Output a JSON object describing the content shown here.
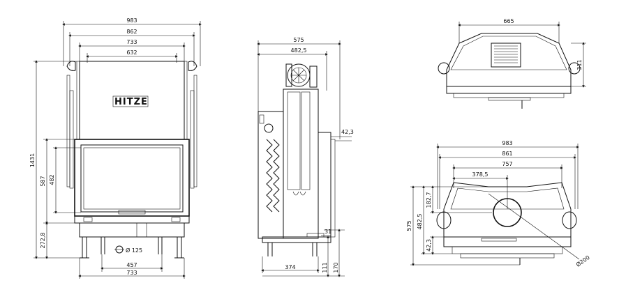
{
  "logo_text": "HITZE",
  "front_view": {
    "top_dims": [
      "983",
      "862",
      "733",
      "632"
    ],
    "bottom_dims": [
      "457",
      "733"
    ],
    "left_dims": [
      "1431",
      "587",
      "482",
      "272,8"
    ],
    "pipe_diameter": "Ø 125"
  },
  "side_view": {
    "top_dims": [
      "575",
      "482,5"
    ],
    "right_dims": [
      "42,3",
      "31",
      "111",
      "170"
    ],
    "bottom_dims": [
      "374"
    ]
  },
  "top_view": {
    "top_dims": [
      "665"
    ],
    "right_dims": [
      "311"
    ]
  },
  "plan_view": {
    "top_dims": [
      "983",
      "861",
      "757",
      "378,5"
    ],
    "left_dims": [
      "575",
      "482,5",
      "182,7",
      "42,3"
    ],
    "diameter": "Ø200"
  }
}
